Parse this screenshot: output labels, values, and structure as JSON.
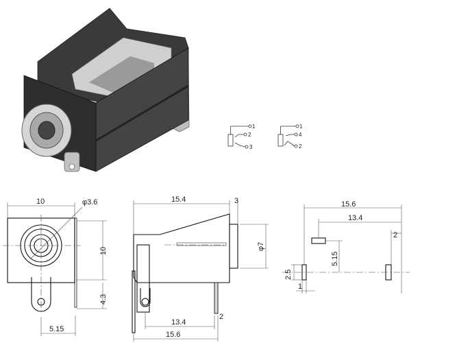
{
  "dimensions": {
    "front_width": "10",
    "front_hole_dia": "φ3.6",
    "front_height": "10",
    "front_lower_height": "4.3",
    "front_tab_offset": "5.15",
    "side_body_length": "15.4",
    "side_nose_length": "3",
    "side_nose_dia": "φ7",
    "side_pin_spacing": "13.4",
    "side_total_length": "15.6",
    "side_pin_width": "2",
    "pcb_total": "15.6",
    "pcb_spacing": "13.4",
    "pcb_pin_width": "2",
    "pcb_offset": "5.15",
    "pcb_pad_height": "2.5",
    "pcb_pad_width": "1"
  },
  "schematic_left": {
    "pins": [
      "1",
      "2",
      "3"
    ]
  },
  "schematic_right": {
    "pins": [
      "1",
      "4",
      "2"
    ]
  },
  "colors": {
    "body": "#2a2a2a",
    "metal": "#c8c8c8",
    "line": "#333333"
  }
}
